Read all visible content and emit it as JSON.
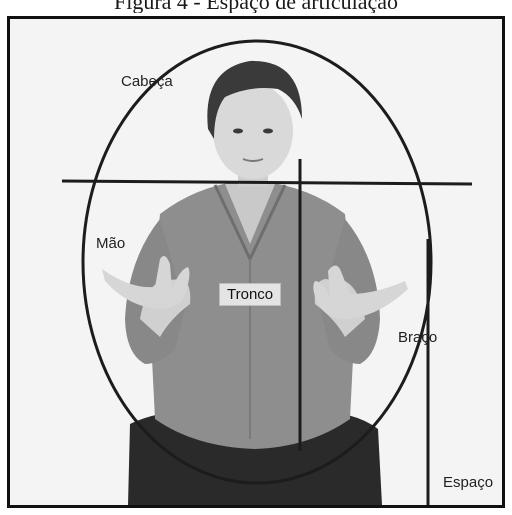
{
  "figure": {
    "caption": "Figura 4 - Espaço de articulação",
    "labels": {
      "head": "Cabeça",
      "hand": "Mão",
      "trunk": "Tronco",
      "arm": "Braço",
      "space": "Espaço"
    }
  }
}
